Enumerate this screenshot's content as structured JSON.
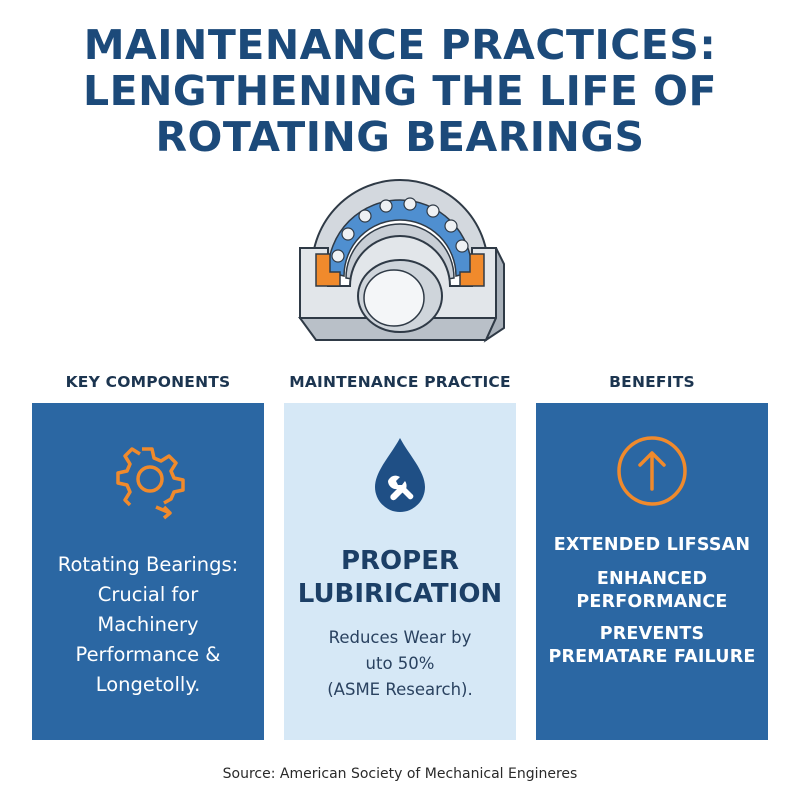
{
  "title": {
    "lines": [
      "MAINTENANCE PRACTICES:",
      "LENGTHENING THE LIFE OF",
      "ROTATING BEARINGS"
    ]
  },
  "columns": [
    {
      "heading": "KEY COMPONENTS",
      "icon": "gear-icon",
      "text_lines": [
        "Rotating Bearings:",
        "Crucial for",
        "Machinery",
        "Performance &",
        "Longetolly."
      ]
    },
    {
      "heading": "MAINTENANCE PRACTICE",
      "icon": "oil-drop-wrench-icon",
      "title_lines": [
        "PROPER",
        "LUBIRICATION"
      ],
      "text_lines": [
        "Reduces Wear by",
        "uto 50%",
        "(ASME Research)."
      ]
    },
    {
      "heading": "BENEFITS",
      "icon": "arrow-up-circle-icon",
      "benefits": [
        [
          "EXTENDED LIFSSAN"
        ],
        [
          "ENHANCED",
          "PERFORMANCE"
        ],
        [
          "PREVENTS",
          "PREMATARE FAILURE"
        ]
      ]
    }
  ],
  "source": "Source: American Society of Mechanical Engineres",
  "colors": {
    "title": "#1c4a7a",
    "panel_blue": "#2b67a3",
    "panel_light": "#d6e8f6",
    "accent_orange": "#f08a2c"
  }
}
